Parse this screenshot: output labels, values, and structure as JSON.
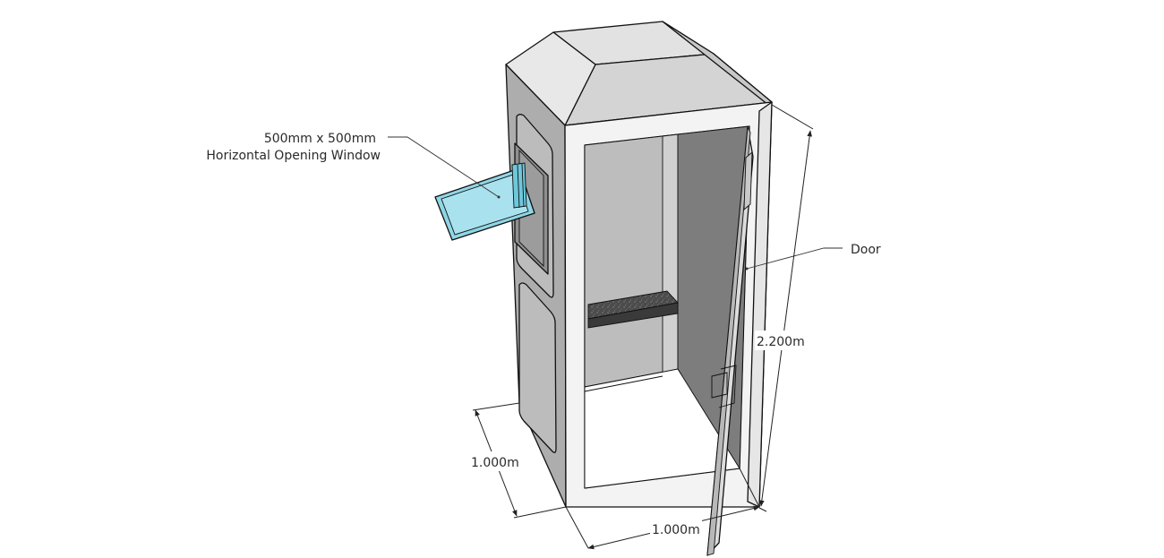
{
  "labels": {
    "window_line1": "500mm x 500mm",
    "window_line2": "Horizontal Opening Window",
    "door": "Door",
    "height": "2.200m",
    "depth": "1.000m",
    "width": "1.000m"
  },
  "colors": {
    "roof_top": "#e2e2e2",
    "roof_side": "#cfcfcf",
    "side_wall": "#adadad",
    "front_frame": "#f3f3f3",
    "back_wall": "#bdbdbd",
    "inner_wall": "#7d7d7d",
    "door": "#d8d8d8",
    "glass": "#8fd6e6",
    "shelf": "#4a4a4a"
  }
}
